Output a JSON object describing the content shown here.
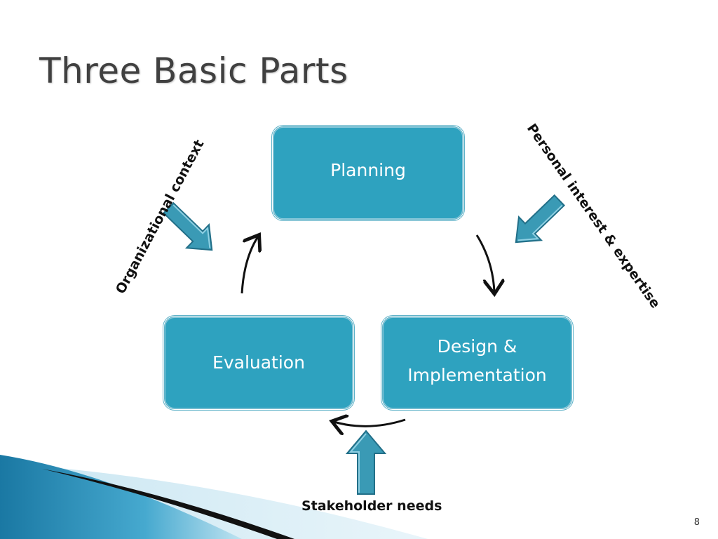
{
  "slide": {
    "title": "Three Basic Parts",
    "page_number": "8"
  },
  "boxes": {
    "planning": "Planning",
    "evaluation": "Evaluation",
    "design_line1": "Design &",
    "design_line2": "Implementation"
  },
  "inputs": {
    "organizational": "Organizational context",
    "personal": "Personal interest & expertise",
    "stakeholder": "Stakeholder needs"
  },
  "colors": {
    "box_fill": "#2ea2bf",
    "block_arrow_fill": "#3a9ab5",
    "title_text": "#404040",
    "corner_accent": "#1e7fa6"
  },
  "icons": {
    "cycle_arrow": "curved-arrow-icon",
    "input_arrow": "block-arrow-icon"
  }
}
